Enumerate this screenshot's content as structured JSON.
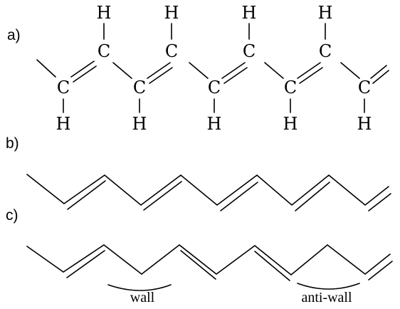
{
  "labels": {
    "a": "a)",
    "b": "b)",
    "c": "c)"
  },
  "atoms": {
    "carbon": "C",
    "hydrogen": "H"
  },
  "annotations": {
    "wall": "wall",
    "anti_wall": "anti-wall"
  },
  "colors": {
    "ink": "#000000",
    "background": "#ffffff"
  }
}
